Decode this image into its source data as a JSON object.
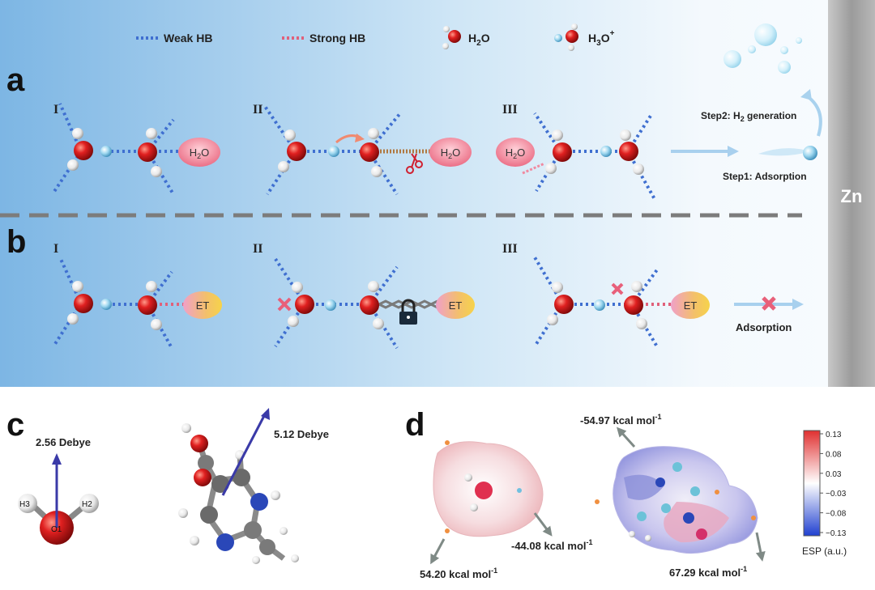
{
  "legend": {
    "weak_hb": "Weak HB",
    "strong_hb": "Strong HB",
    "h2o": "H",
    "h2o_sub": "2",
    "h2o_tail": "O",
    "h3o": "H",
    "h3o_sub": "3",
    "h3o_tail": "O",
    "h3o_sup": "+"
  },
  "panels": {
    "a": "a",
    "b": "b",
    "c": "c",
    "d": "d"
  },
  "steps": {
    "s1": "I",
    "s2": "II",
    "s3": "III"
  },
  "molecule": {
    "h2o_main": "H",
    "h2o_sub": "2",
    "h2o_tail": "O",
    "et": "ET"
  },
  "zn": "Zn",
  "step2": {
    "pre": "Step2: H",
    "sub": "2",
    "post": " generation"
  },
  "step1": "Step1: Adsorption",
  "adsorption": "Adsorption",
  "dipole": {
    "water": "2.56 Debye",
    "et": "5.12 Debye"
  },
  "atom_labels": {
    "h3": "H3",
    "h2": "H2",
    "o1": "O1"
  },
  "esp": {
    "water_pos": "54.20 kcal mol",
    "water_neg": "-44.08 kcal mol",
    "et_neg": "-54.97 kcal mol",
    "et_pos": "67.29 kcal mol",
    "unit_sup": "-1",
    "ticks": [
      "0.13",
      "0.08",
      "0.03",
      "−0.03",
      "−0.08",
      "−0.13"
    ],
    "colorbar_label": "ESP (a.u.)"
  },
  "colors": {
    "weak": "#3f6fd0",
    "strong": "#e0607a",
    "oxygen": "#d42020",
    "hydrogen": "#f2f2f2",
    "proton": "#7ec8e8",
    "bg_left": "#7db6e4",
    "bg_right": "#f4f9fd"
  }
}
